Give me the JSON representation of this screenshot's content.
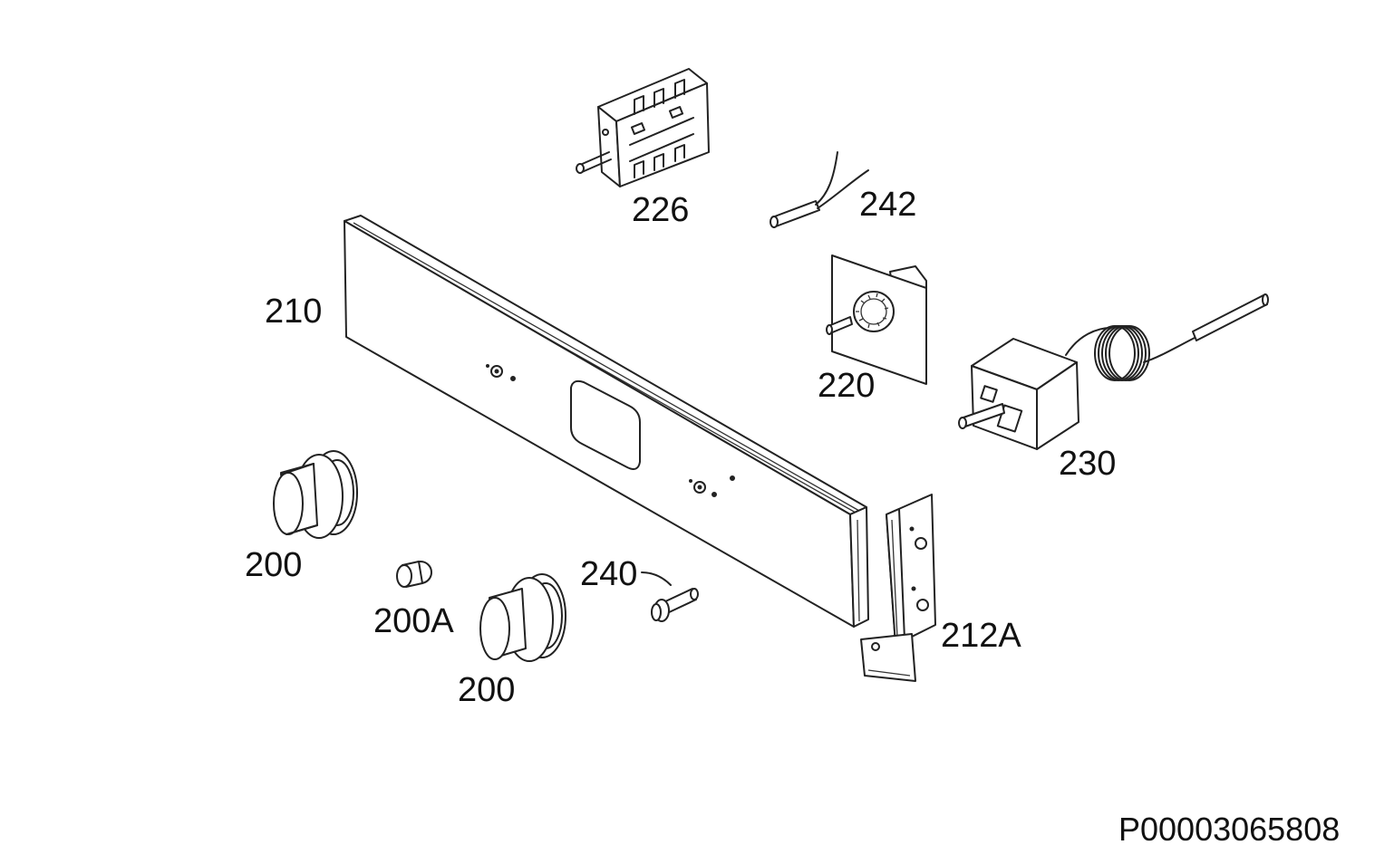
{
  "diagram": {
    "parts": [
      {
        "id": "226",
        "label": "226",
        "name": "selector-switch"
      },
      {
        "id": "242",
        "label": "242",
        "name": "wire-probe"
      },
      {
        "id": "210",
        "label": "210",
        "name": "control-panel"
      },
      {
        "id": "220",
        "label": "220",
        "name": "timer"
      },
      {
        "id": "230",
        "label": "230",
        "name": "thermostat"
      },
      {
        "id": "200a",
        "label": "200",
        "name": "knob"
      },
      {
        "id": "200b",
        "label": "200",
        "name": "knob"
      },
      {
        "id": "200A",
        "label": "200A",
        "name": "knob-insert"
      },
      {
        "id": "240",
        "label": "240",
        "name": "lamp"
      },
      {
        "id": "212A",
        "label": "212A",
        "name": "bracket"
      }
    ],
    "drawing_code": "P00003065808"
  }
}
